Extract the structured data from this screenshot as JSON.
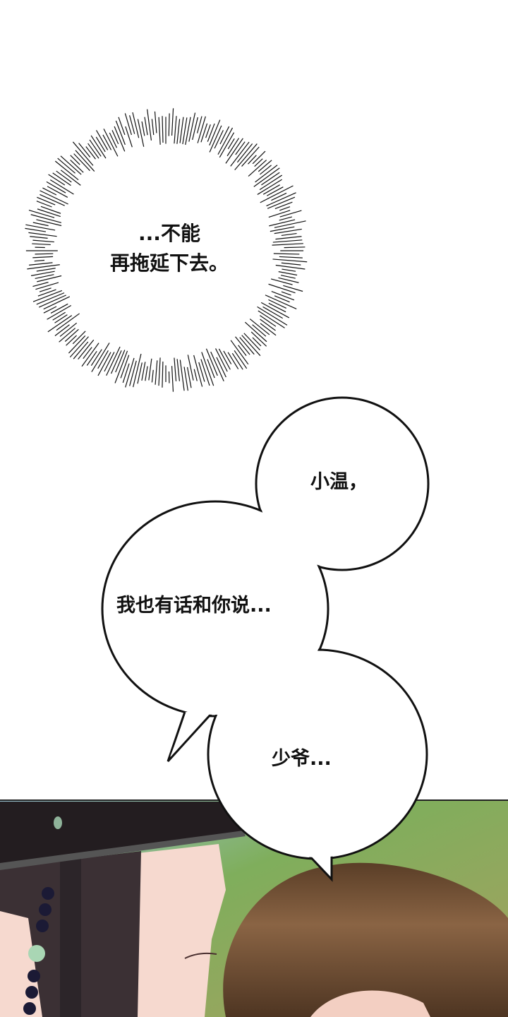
{
  "thought_bubble": {
    "line1": "...不能",
    "line2": "再拖延下去。"
  },
  "speech_bubbles": [
    {
      "text": "小温，"
    },
    {
      "text": "我也有话和你说..."
    },
    {
      "text": "少爷..."
    }
  ],
  "colors": {
    "ink": "#111111",
    "hair": "#6b4a2e",
    "skin": "#f7dcd3",
    "foliage": "#7fa85a",
    "hat": "#2a2326"
  }
}
